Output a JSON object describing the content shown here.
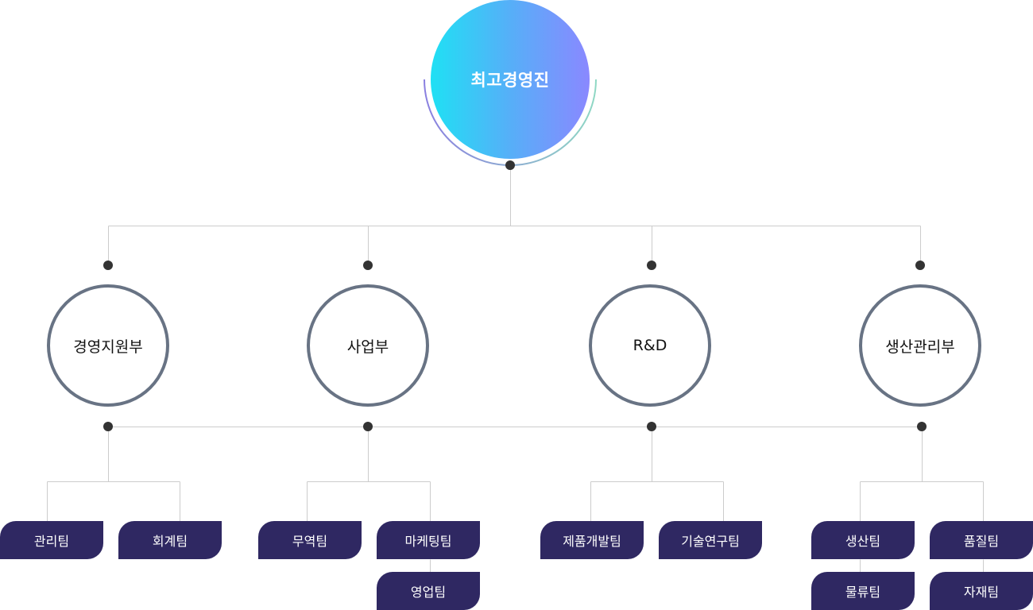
{
  "root": {
    "label": "최고경영진",
    "colors": {
      "gradient_start": "#1fe0f4",
      "gradient_end": "#8a88ff"
    }
  },
  "departments": [
    {
      "label": "경영지원부",
      "teams": [
        {
          "label": "관리팀",
          "sub": []
        },
        {
          "label": "회계팀",
          "sub": []
        }
      ]
    },
    {
      "label": "사업부",
      "teams": [
        {
          "label": "무역팀",
          "sub": []
        },
        {
          "label": "마케팅팀",
          "sub": [
            "영업팀"
          ]
        }
      ]
    },
    {
      "label": "R&D",
      "teams": [
        {
          "label": "제품개발팀",
          "sub": []
        },
        {
          "label": "기술연구팀",
          "sub": []
        }
      ]
    },
    {
      "label": "생산관리부",
      "teams": [
        {
          "label": "생산팀",
          "sub": [
            "물류팀"
          ]
        },
        {
          "label": "품질팀",
          "sub": [
            "자재팀"
          ]
        }
      ]
    }
  ],
  "colors": {
    "team_box": "#2f2862",
    "dept_border": "#687384",
    "connector": "#cccccc",
    "dot": "#333333"
  }
}
